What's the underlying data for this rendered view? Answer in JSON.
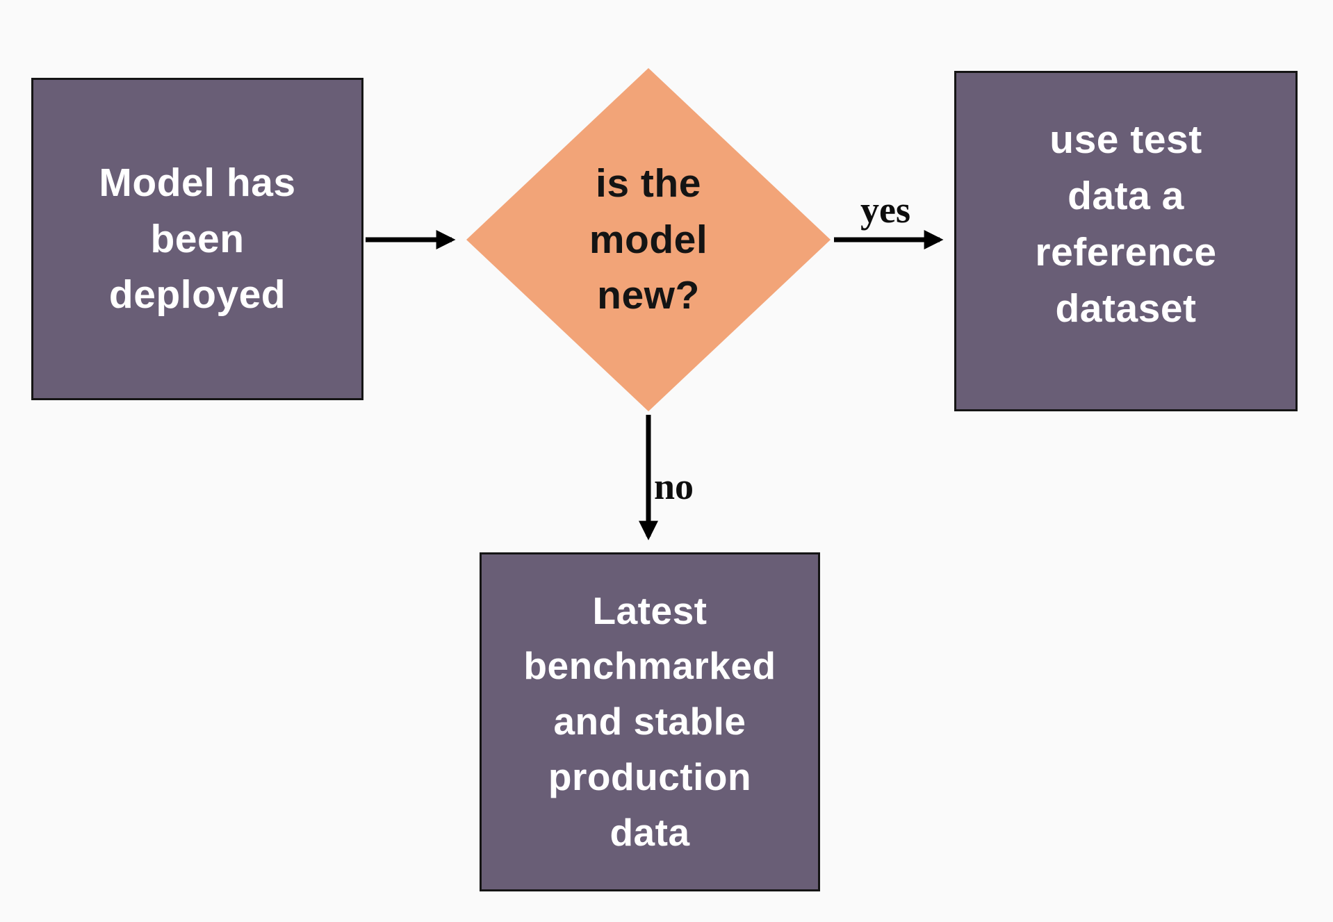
{
  "diagram": {
    "type": "flowchart",
    "nodes": {
      "start": {
        "shape": "rectangle",
        "label": "Model has\nbeen\ndeployed"
      },
      "decision": {
        "shape": "diamond",
        "label": "is the\nmodel\nnew?"
      },
      "yes_result": {
        "shape": "rectangle",
        "label": "use test\ndata a\nreference\ndataset"
      },
      "no_result": {
        "shape": "rectangle",
        "label": "Latest\nbenchmarked\nand stable\nproduction\ndata"
      }
    },
    "edges": {
      "start_to_decision": {
        "from": "start",
        "to": "decision",
        "label": ""
      },
      "yes": {
        "from": "decision",
        "to": "yes_result",
        "label": "yes"
      },
      "no": {
        "from": "decision",
        "to": "no_result",
        "label": "no"
      }
    }
  },
  "colors": {
    "background": "#fafafa",
    "node_fill": "#695e76",
    "node_border": "#151515",
    "node_text": "#ffffff",
    "decision_fill": "#f2a478",
    "decision_text": "#141414",
    "arrow": "#000000"
  }
}
